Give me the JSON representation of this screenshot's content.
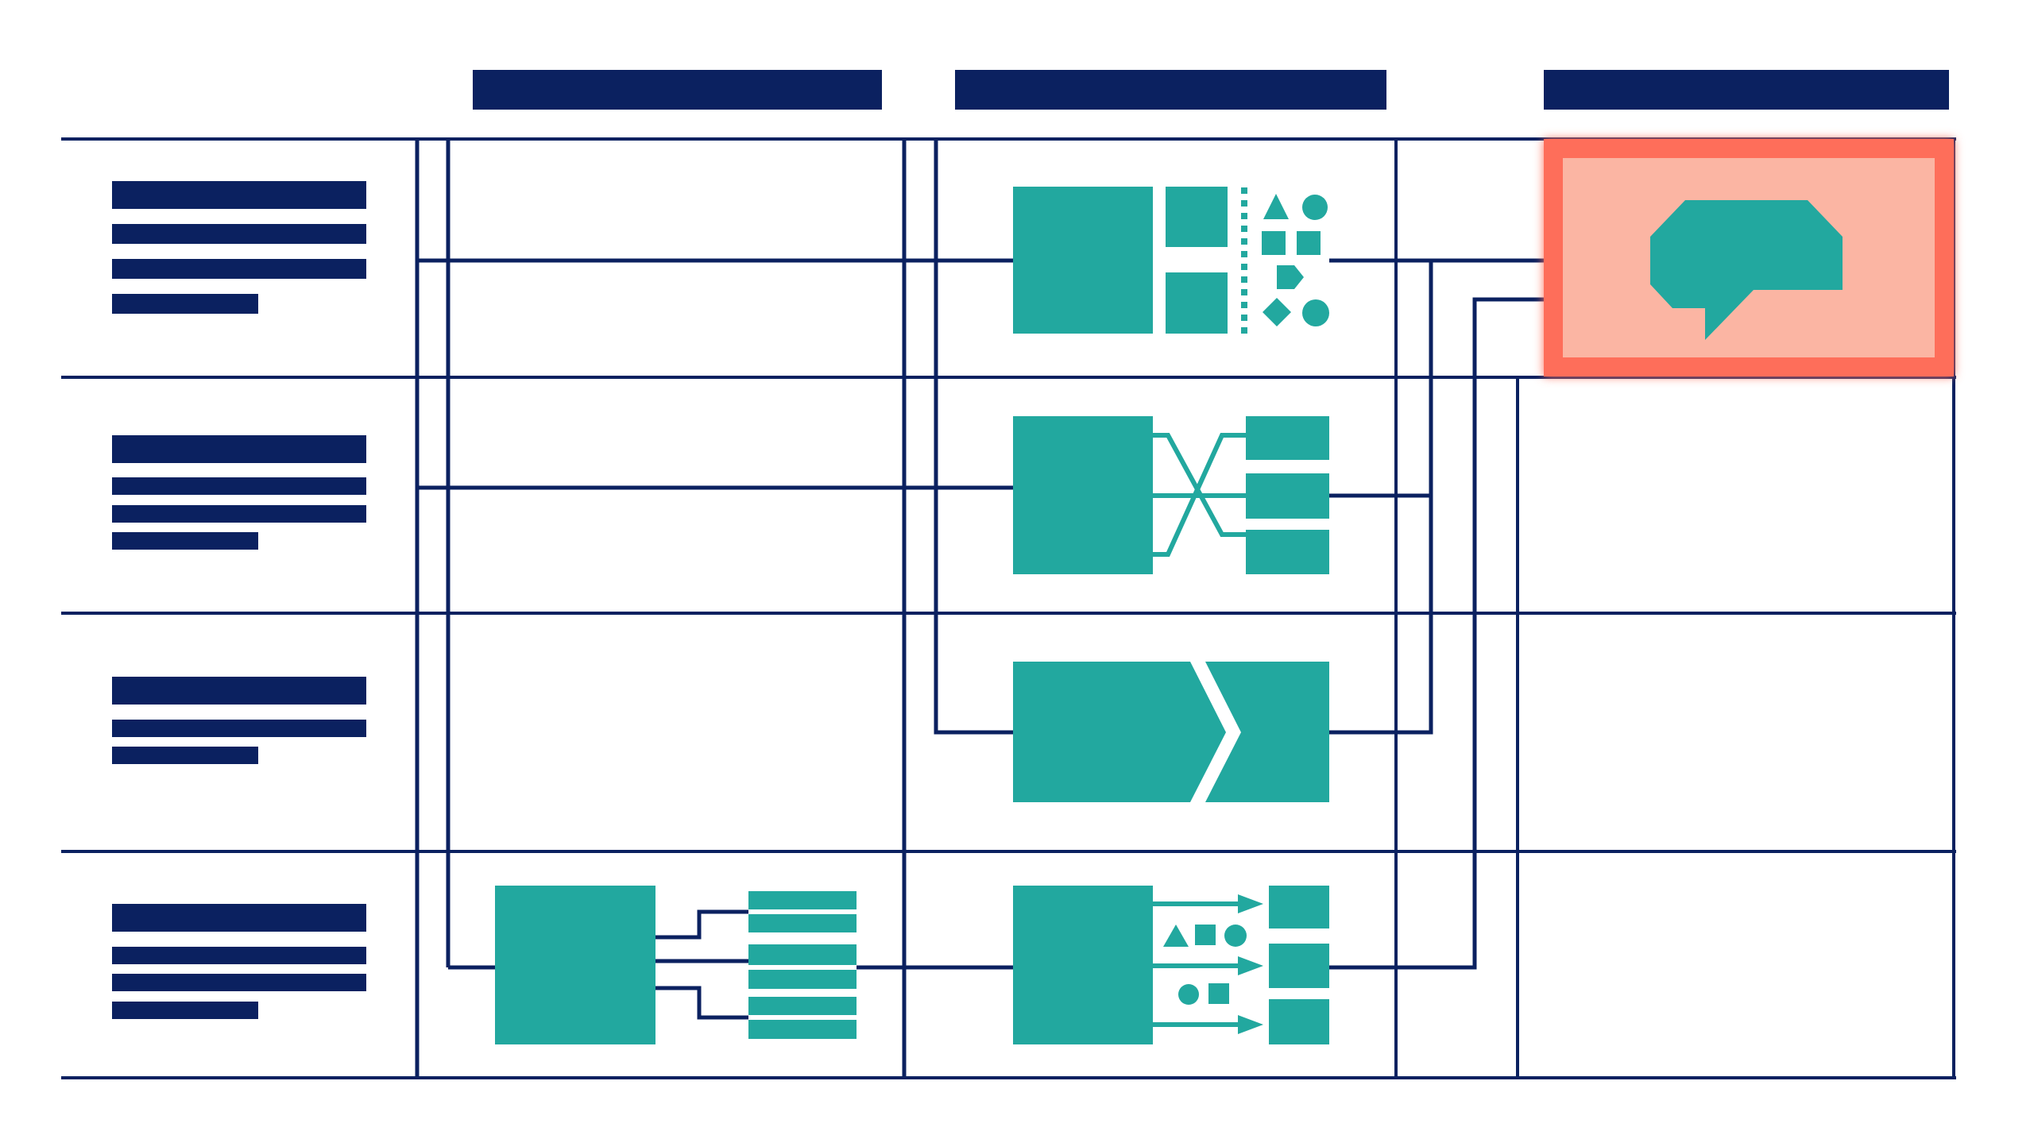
{
  "colors": {
    "navy": "#0b2160",
    "teal": "#22a89f",
    "highlight_fill": "#fbb5a3",
    "highlight_border": "#fe6e5a",
    "background": "#ffffff"
  },
  "columns": [
    {
      "id": "col-1",
      "header_text": ""
    },
    {
      "id": "col-2",
      "header_text": ""
    },
    {
      "id": "col-3",
      "header_text": ""
    }
  ],
  "rows": [
    {
      "id": "row-1",
      "label_lines": 4
    },
    {
      "id": "row-2",
      "label_lines": 4
    },
    {
      "id": "row-3",
      "label_lines": 3
    },
    {
      "id": "row-4",
      "label_lines": 4
    }
  ],
  "nodes": [
    {
      "id": "sort-shapes",
      "icon": "sort-shapes-icon"
    },
    {
      "id": "shuffle-split",
      "icon": "shuffle-split-icon"
    },
    {
      "id": "process-chevron",
      "icon": "chevron-process-icon"
    },
    {
      "id": "split-three",
      "icon": "split-three-icon"
    },
    {
      "id": "route-shapes",
      "icon": "route-shapes-icon"
    },
    {
      "id": "feedback-highlight",
      "icon": "speech-bubble-icon"
    }
  ]
}
